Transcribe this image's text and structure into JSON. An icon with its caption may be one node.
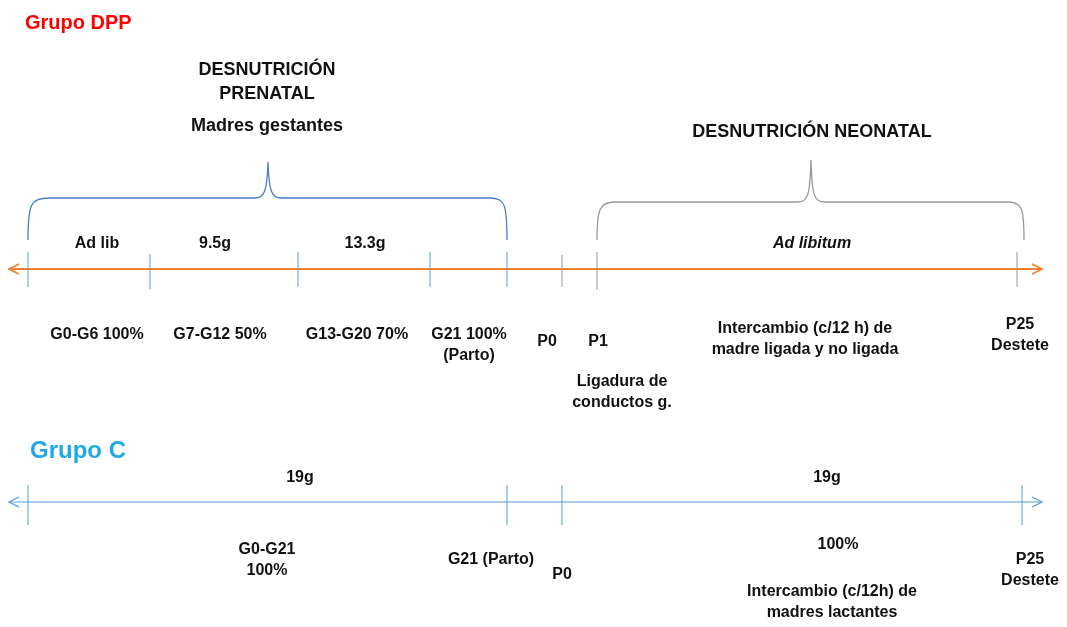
{
  "diagram": {
    "labels": [
      "Grupo DPP",
      "DESNUTRICIÓN PRENATAL",
      "Madres gestantes",
      "DESNUTRICIÓN NEONATAL",
      "Ad lib",
      "9.5g",
      "13.3g",
      "Ad libitum",
      "G0-G6 100%",
      "G7-G12 50%",
      "G13-G20 70%",
      "G21 100% (Parto)",
      "P0",
      "P1",
      "Ligadura de conductos g.",
      "Intercambio (c/12 h) de madre ligada y no ligada",
      "P25 Destete",
      "Grupo C",
      "19g",
      "19g",
      "G0-G21 100%",
      "G21 (Parto)",
      "P0",
      "100%",
      "P25 Destete",
      "Intercambio (c/12h) de madres lactantes"
    ]
  }
}
